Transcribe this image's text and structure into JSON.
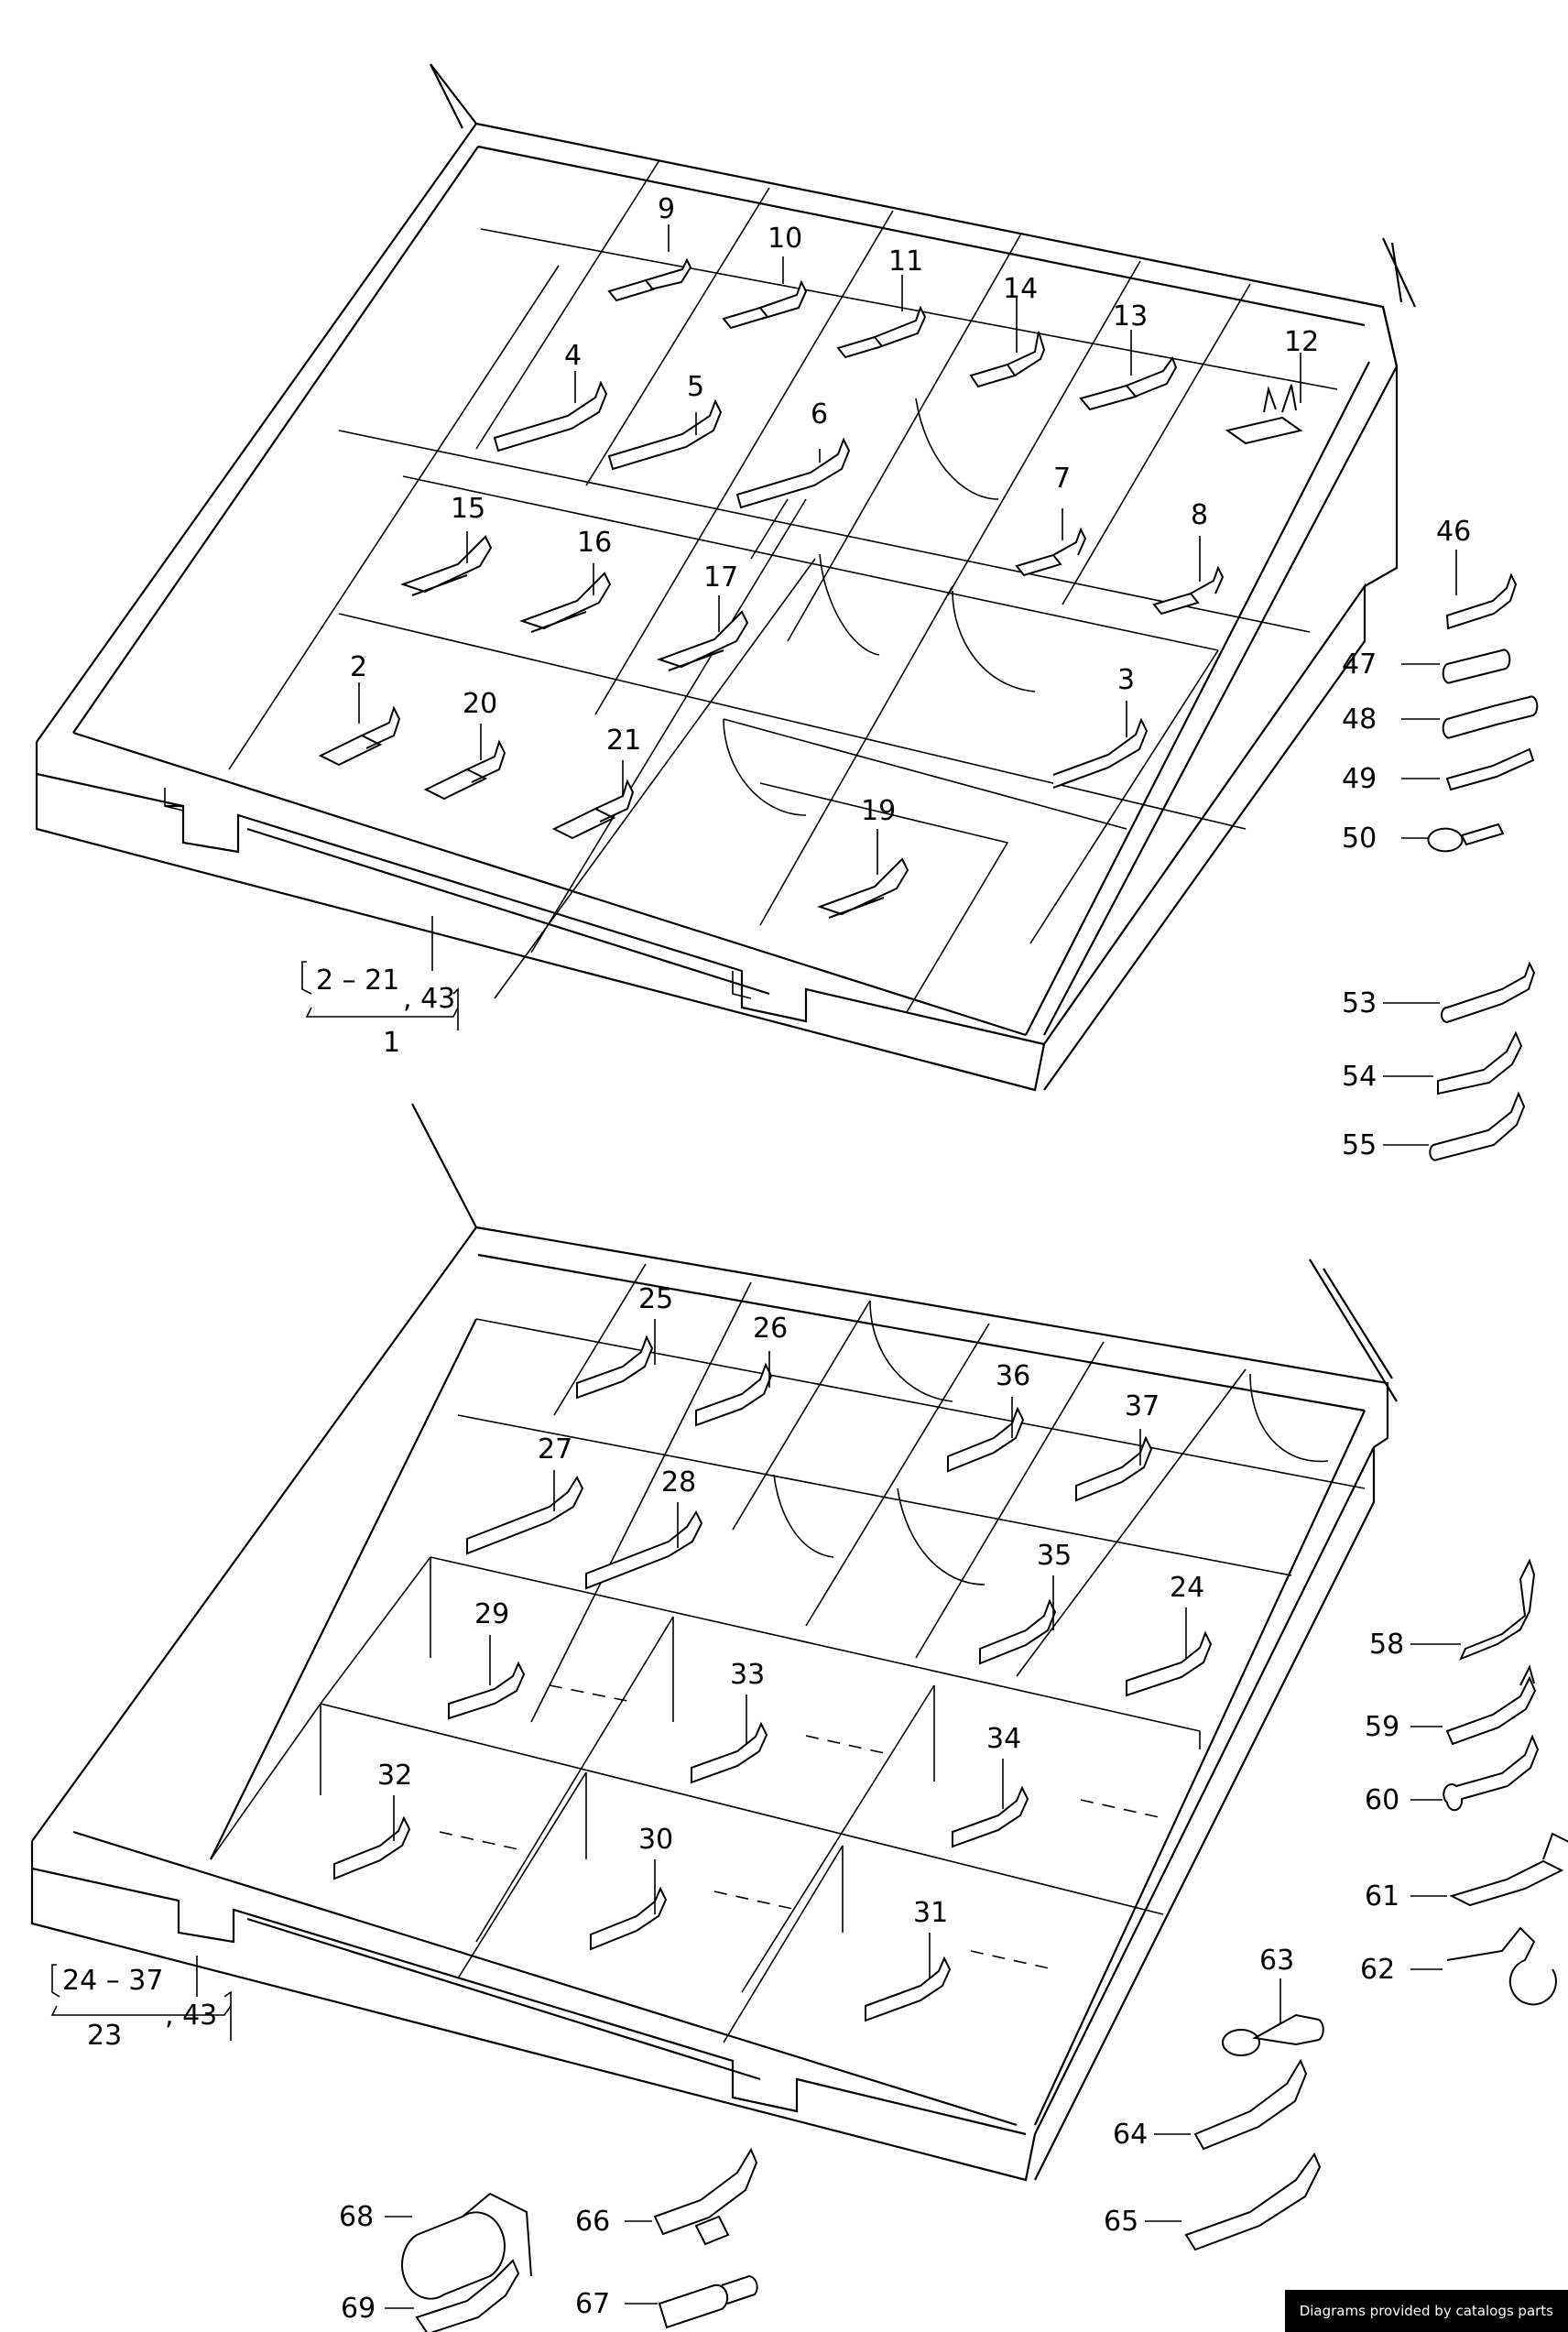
{
  "credit": "Diagrams provided by catalogs parts",
  "callouts": {
    "c9": "9",
    "c10": "10",
    "c11": "11",
    "c14": "14",
    "c13": "13",
    "c12": "12",
    "c4": "4",
    "c5": "5",
    "c6": "6",
    "c7": "7",
    "c8": "8",
    "c15": "15",
    "c16": "16",
    "c17": "17",
    "c3": "3",
    "c2": "2",
    "c20": "20",
    "c21": "21",
    "c19": "19",
    "c46": "46",
    "c47": "47",
    "c48": "48",
    "c49": "49",
    "c50": "50",
    "c53": "53",
    "c54": "54",
    "c55": "55",
    "c25": "25",
    "c26": "26",
    "c36": "36",
    "c37": "37",
    "c27": "27",
    "c28": "28",
    "c35": "35",
    "c24": "24",
    "c29": "29",
    "c33": "33",
    "c34": "34",
    "c32": "32",
    "c30": "30",
    "c31": "31",
    "c58": "58",
    "c59": "59",
    "c60": "60",
    "c61": "61",
    "c62": "62",
    "c63": "63",
    "c64": "64",
    "c65": "65",
    "c66": "66",
    "c67": "67",
    "c68": "68",
    "c69": "69"
  },
  "group1": {
    "range": "2 – 21",
    "extra": ", 43",
    "id": "1"
  },
  "group23": {
    "range": "24 – 37",
    "extra": ", 43",
    "id": "23"
  }
}
